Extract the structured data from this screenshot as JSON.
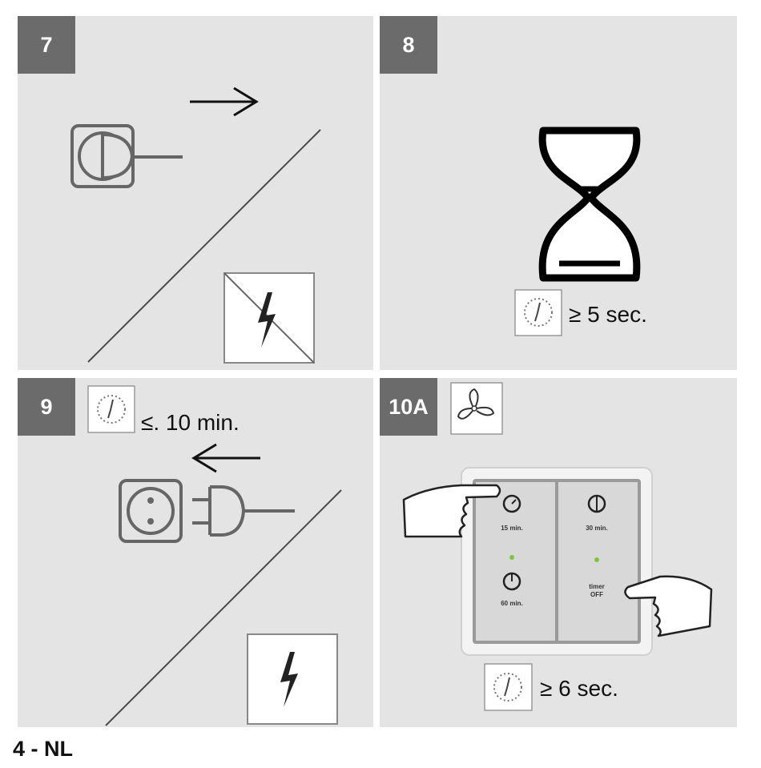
{
  "steps": [
    {
      "number": "7"
    },
    {
      "number": "8",
      "timer_text": "≥ 5 sec."
    },
    {
      "number": "9",
      "timer_text": "≤. 10 min."
    },
    {
      "number": "10A",
      "timer_text": "≥ 6 sec.",
      "switch": {
        "btn_top_left": "15 min.",
        "btn_bottom_left": "60 min.",
        "btn_top_right": "30 min.",
        "btn_bottom_right_1": "timer",
        "btn_bottom_right_2": "OFF"
      }
    }
  ],
  "footer": "4 - NL",
  "colors": {
    "panel": "#e4e4e4",
    "badge": "#6b6b6b",
    "line": "#3a3a3a",
    "led": "#7fc43f"
  }
}
